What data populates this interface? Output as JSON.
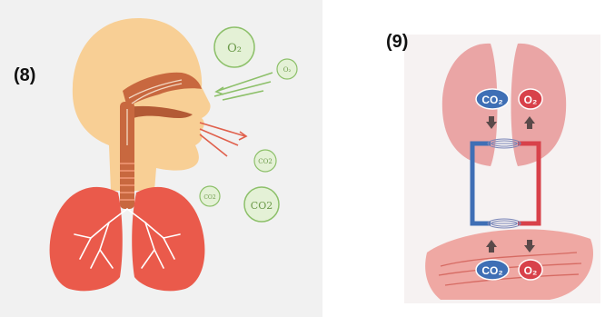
{
  "panels": [
    {
      "label": "(8)",
      "gas_bubbles": [
        "O₂",
        "O₂",
        "CO2",
        "CO2",
        "CO2"
      ]
    },
    {
      "label": "(9)",
      "top_chips": [
        "CO₂",
        "O₂"
      ],
      "bottom_chips": [
        "CO₂",
        "O₂"
      ]
    }
  ],
  "colors": {
    "skin": "#f8cf95",
    "airway": "#c8683f",
    "lung": "#ea5a4b",
    "oxygen_arrow": "#8dc06a",
    "co2_arrow": "#e0604c",
    "blood_blue": "#3f6fb5",
    "blood_red": "#d8414a",
    "pink_lung": "#eaa5a5"
  }
}
